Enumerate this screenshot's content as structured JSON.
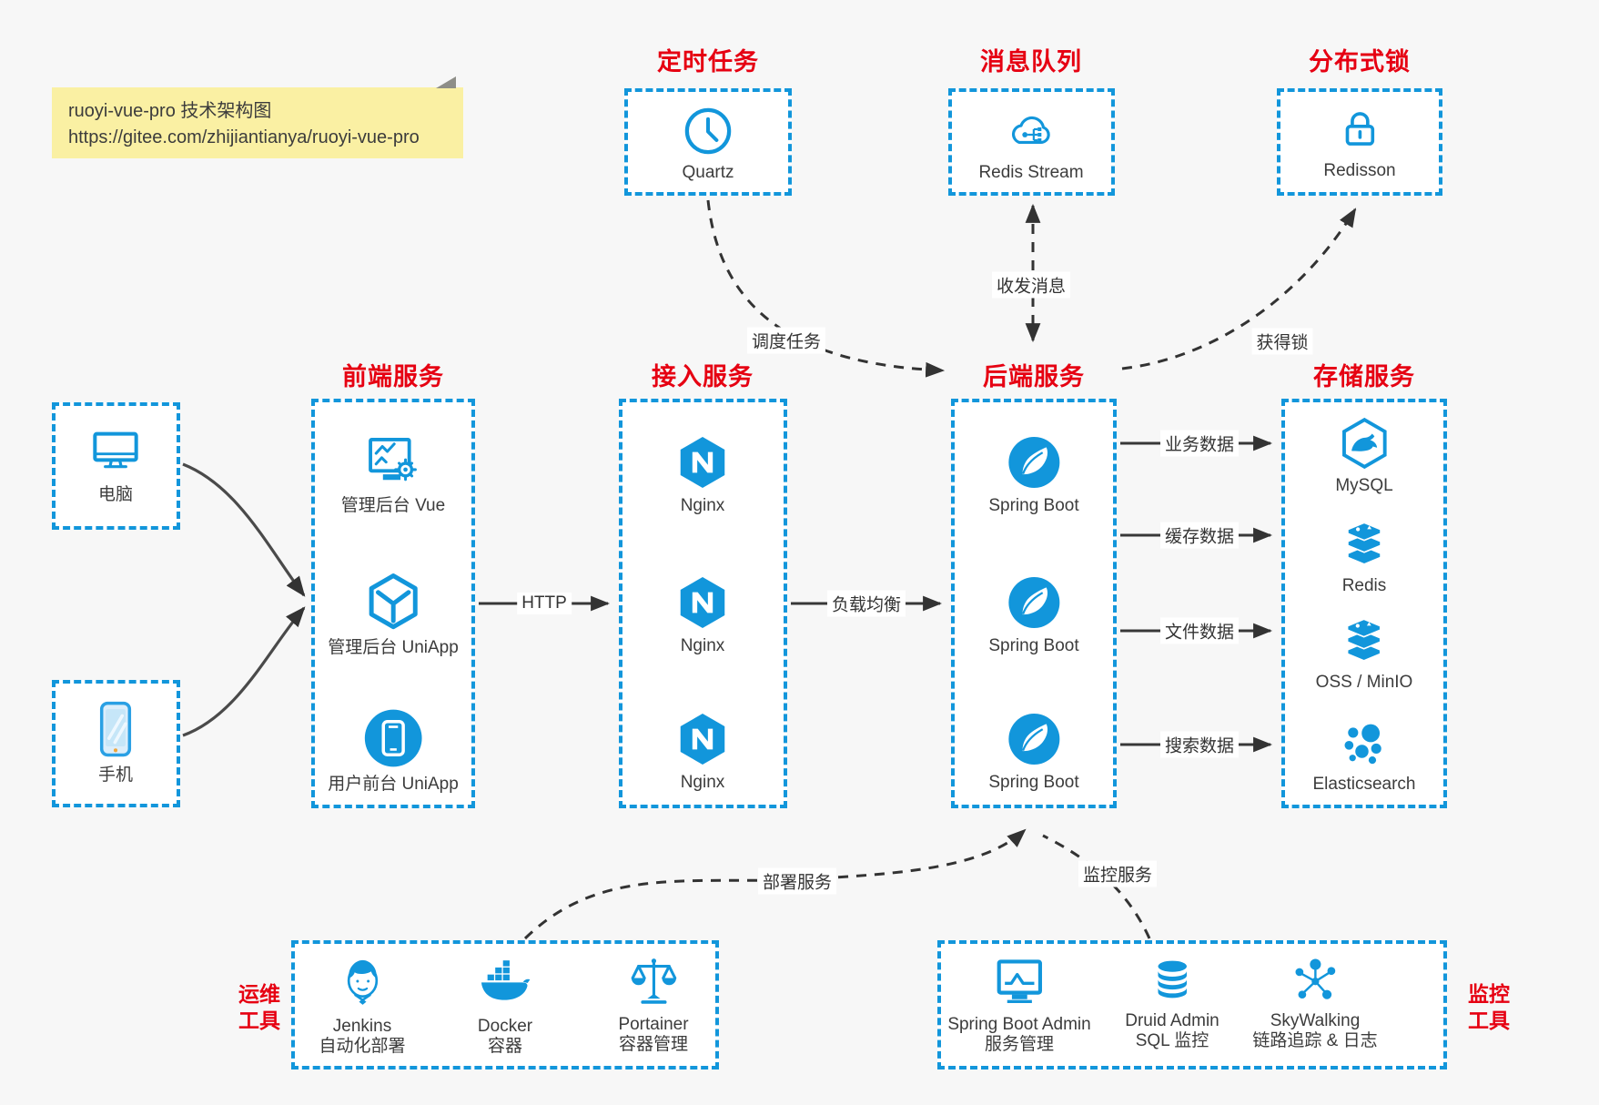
{
  "note": {
    "line1": "ruoyi-vue-pro 技术架构图",
    "line2": "https://gitee.com/zhijiantianya/ruoyi-vue-pro"
  },
  "colors": {
    "accent_blue": "#1296db",
    "title_red": "#e60012",
    "note_bg": "#faf0a3"
  },
  "top": {
    "scheduler": {
      "title": "定时任务",
      "label": "Quartz"
    },
    "mq": {
      "title": "消息队列",
      "label": "Redis Stream"
    },
    "lock": {
      "title": "分布式锁",
      "label": "Redisson"
    }
  },
  "devices": {
    "pc": {
      "label": "电脑"
    },
    "mobile": {
      "label": "手机"
    }
  },
  "groups": {
    "frontend": {
      "title": "前端服务",
      "items": [
        "管理后台 Vue",
        "管理后台 UniApp",
        "用户前台 UniApp"
      ]
    },
    "gateway": {
      "title": "接入服务",
      "items": [
        "Nginx",
        "Nginx",
        "Nginx"
      ]
    },
    "backend": {
      "title": "后端服务",
      "items": [
        "Spring Boot",
        "Spring Boot",
        "Spring Boot"
      ]
    },
    "storage": {
      "title": "存储服务",
      "items": [
        "MySQL",
        "Redis",
        "OSS / MinIO",
        "Elasticsearch"
      ]
    }
  },
  "edges": {
    "http": "HTTP",
    "load_balance": "负载均衡",
    "schedule": "调度任务",
    "message": "收发消息",
    "acquire_lock": "获得锁",
    "business_data": "业务数据",
    "cache_data": "缓存数据",
    "file_data": "文件数据",
    "search_data": "搜索数据",
    "deploy": "部署服务",
    "monitor": "监控服务"
  },
  "ops": {
    "tag_line1": "运维",
    "tag_line2": "工具",
    "items": [
      {
        "name": "Jenkins",
        "desc": "自动化部署"
      },
      {
        "name": "Docker",
        "desc": "容器"
      },
      {
        "name": "Portainer",
        "desc": "容器管理"
      }
    ]
  },
  "monitoring": {
    "tag_line1": "监控",
    "tag_line2": "工具",
    "items": [
      {
        "name": "Spring Boot Admin",
        "desc": "服务管理"
      },
      {
        "name": "Druid Admin",
        "desc": "SQL 监控"
      },
      {
        "name": "SkyWalking",
        "desc": "链路追踪 & 日志"
      }
    ]
  }
}
